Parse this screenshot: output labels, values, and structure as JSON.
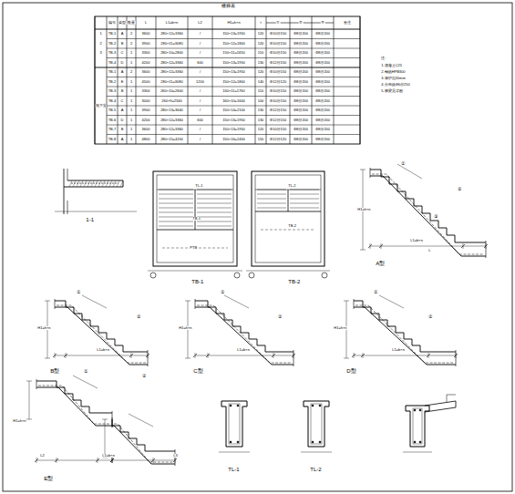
{
  "diagram": {
    "labels": [
      "楼梯表",
      "编号",
      "类型",
      "数量",
      "L",
      "L1=b×n",
      "L2",
      "H1=h×n",
      "t",
      "①",
      "②",
      "③",
      "备注",
      "TB-1",
      "A",
      "2",
      "3600",
      "280×12=3360",
      "/",
      "150×13=1950",
      "120",
      "Φ10@150",
      "Φ8@200",
      "Φ8@200",
      "TB-2",
      "B",
      "2",
      "3900",
      "280×11=3080",
      "/",
      "150×12=1800",
      "120",
      "Φ10@150",
      "Φ8@200",
      "Φ8@200",
      "TB-3",
      "C",
      "1",
      "3300",
      "280×10=2800",
      "/",
      "150×11=1650",
      "110",
      "Φ10@150",
      "Φ8@200",
      "Φ8@200",
      "TB-4",
      "D",
      "1",
      "4200",
      "280×12=3360",
      "600",
      "150×13=1950",
      "130",
      "Φ12@150",
      "Φ8@200",
      "Φ8@200",
      "TB-1",
      "A",
      "2",
      "3600",
      "280×12=3360",
      "/",
      "150×13=1950",
      "120",
      "Φ10@150",
      "Φ8@200",
      "Φ8@200",
      "TB-2",
      "E",
      "1",
      "4500",
      "280×11=3080",
      "1200",
      "150×12=1800",
      "140",
      "Φ12@120",
      "Φ8@200",
      "Φ8@200",
      "TB-3",
      "B",
      "1",
      "3300",
      "260×10=2600",
      "/",
      "160×11=1760",
      "110",
      "Φ10@150",
      "Φ8@200",
      "Φ8@200",
      "TB-4",
      "C",
      "1",
      "3000",
      "260×9=2340",
      "/",
      "160×10=1600",
      "100",
      "Φ10@150",
      "Φ8@200",
      "Φ8@200",
      "TB-5",
      "A",
      "1",
      "3900",
      "280×13=3640",
      "/",
      "150×14=2100",
      "130",
      "Φ12@150",
      "Φ8@200",
      "Φ8@200",
      "TB-6",
      "D",
      "1",
      "4200",
      "280×12=3360",
      "600",
      "150×13=1950",
      "130",
      "Φ12@150",
      "Φ8@200",
      "Φ8@200",
      "TB-7",
      "B",
      "1",
      "3600",
      "280×12=3360",
      "/",
      "150×13=1950",
      "120",
      "Φ10@150",
      "Φ8@200",
      "Φ8@200",
      "TB-8",
      "A",
      "1",
      "4800",
      "280×15=4200",
      "/",
      "150×16=2400",
      "150",
      "Φ12@120",
      "Φ8@200",
      "Φ8@200",
      "1",
      "2",
      "3",
      "地下室",
      "注:",
      "1.混凝土C25",
      "2.钢筋HPB300",
      "3.保护层20mm",
      "4.分布筋Φ6@250",
      "5.梯梁见详图",
      "1-1",
      "TB-1",
      "TL-1",
      "TB-1",
      "PTB",
      "TB-2",
      "TL-2",
      "TB-2",
      "A型",
      "L1=b×n",
      "L",
      "H1=h×n",
      "①",
      "②",
      "③",
      "B型",
      "L1=b×n",
      "H1=h×n",
      "①",
      "②",
      "C型",
      "L1=b×n",
      "H1=h×n",
      "①",
      "②",
      "D型",
      "L1=b×n",
      "H1=h×n",
      "①",
      "②",
      "E型",
      "L1=b×n",
      "L2",
      "L3",
      "H1=h×n",
      "①",
      "②",
      "TL-1",
      "TL-2"
    ]
  }
}
